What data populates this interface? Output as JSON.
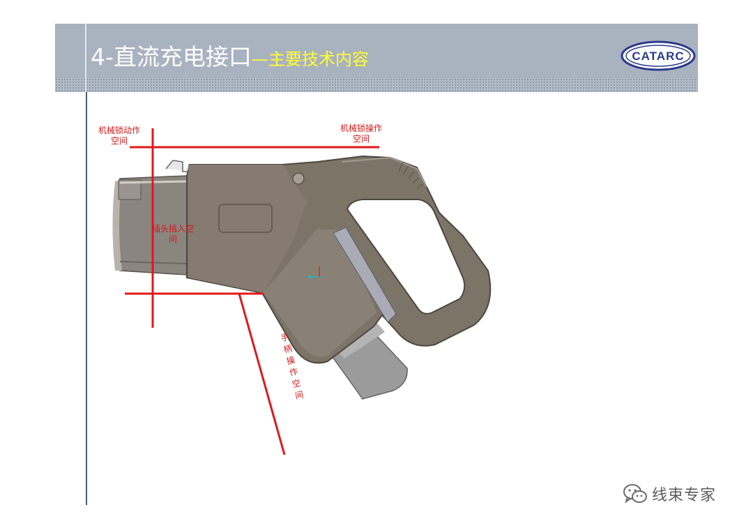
{
  "slide": {
    "title_main": "4-直流充电接口",
    "title_sub": "—主要技术内容",
    "logo_text": "CATARC"
  },
  "annotations": {
    "mech_lock_motion": "机械锁动作空间",
    "mech_lock_operation": "机械锁操作空间",
    "plug_insertion": "插头插入空间",
    "handle_operation": "手柄操作空间"
  },
  "watermark": {
    "text": "线束专家",
    "icon": "wechat-icon"
  },
  "colors": {
    "header_band": "#a9b2bf",
    "title_text": "#ffffff",
    "subtitle_text": "#ffff33",
    "annotation_red": "#d11a1a",
    "logo_blue": "#2a3a8c",
    "body_brown": "#7d7468"
  }
}
